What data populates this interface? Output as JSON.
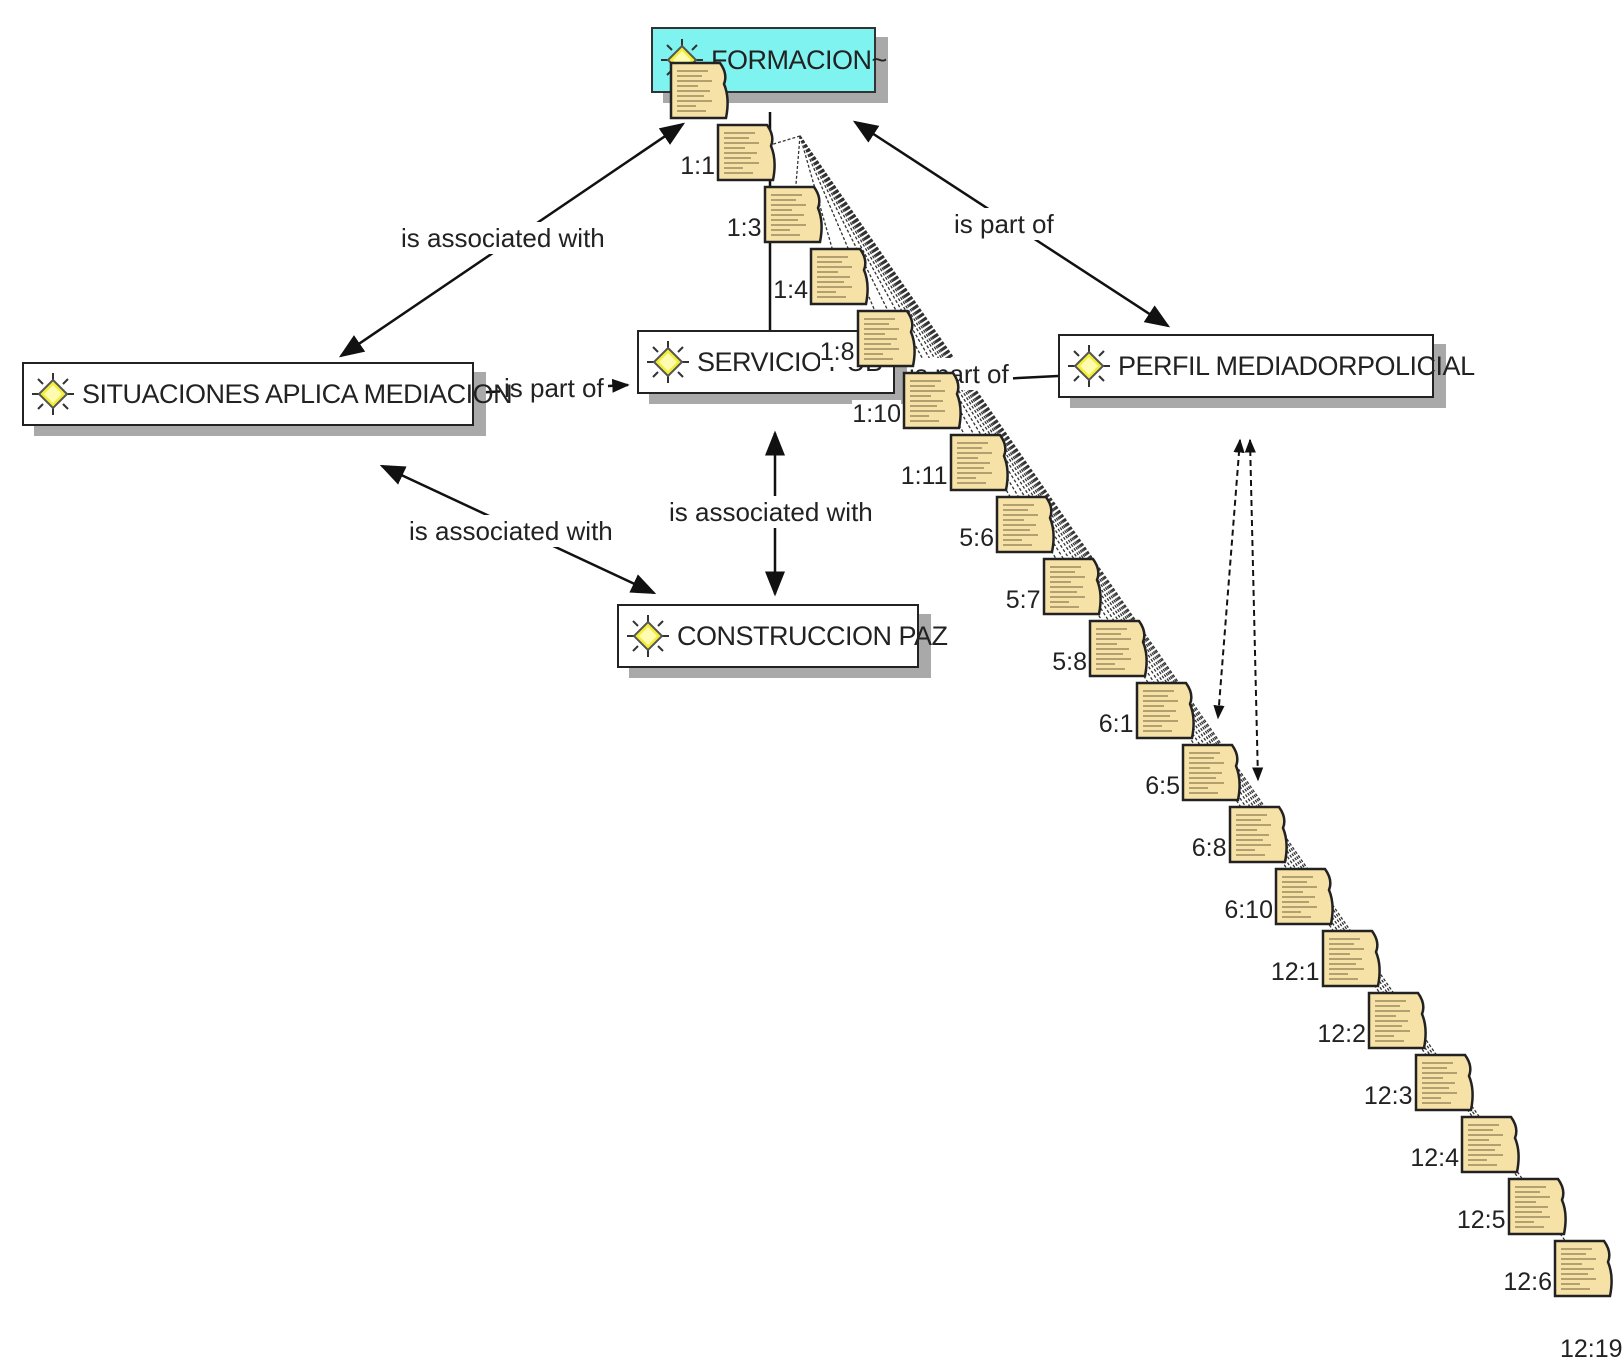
{
  "codes": [
    {
      "id": "formacion",
      "label": "FORMACION~",
      "highlight": true
    },
    {
      "id": "situaciones",
      "label": "SITUACIONES APLICA MEDIACION",
      "highlight": false
    },
    {
      "id": "servicio",
      "label": "SERVICIO PUB",
      "highlight": false
    },
    {
      "id": "perfil",
      "label": "PERFIL MEDIADORPOLICIAL",
      "highlight": false
    },
    {
      "id": "construccion",
      "label": "CONSTRUCCION PAZ",
      "highlight": false
    }
  ],
  "relations": [
    {
      "id": "rel-formacion-situaciones",
      "label": "is associated with"
    },
    {
      "id": "rel-formacion-perfil",
      "label": "is part of"
    },
    {
      "id": "rel-situaciones-servicio",
      "label": "is part of"
    },
    {
      "id": "rel-perfil-servicio",
      "label": "is part of"
    },
    {
      "id": "rel-situaciones-construccion",
      "label": "is associated with"
    },
    {
      "id": "rel-servicio-construccion",
      "label": "is associated with"
    }
  ],
  "quotations": [
    "1:1",
    "1:3",
    "1:4",
    "1:8",
    "1:10",
    "1:11",
    "5:6",
    "5:7",
    "5:8",
    "6:1",
    "6:5",
    "6:8",
    "6:10",
    "12:1",
    "12:2",
    "12:3",
    "12:4",
    "12:5",
    "12:6"
  ],
  "tail_quotation": "12:19",
  "colors": {
    "highlight_node": "#7ff3f0",
    "node_border": "#222222",
    "node_shadow": "#a9a9a9",
    "doc_fill": "#f6e1a6",
    "code_icon_fill": "#f3ef39"
  }
}
